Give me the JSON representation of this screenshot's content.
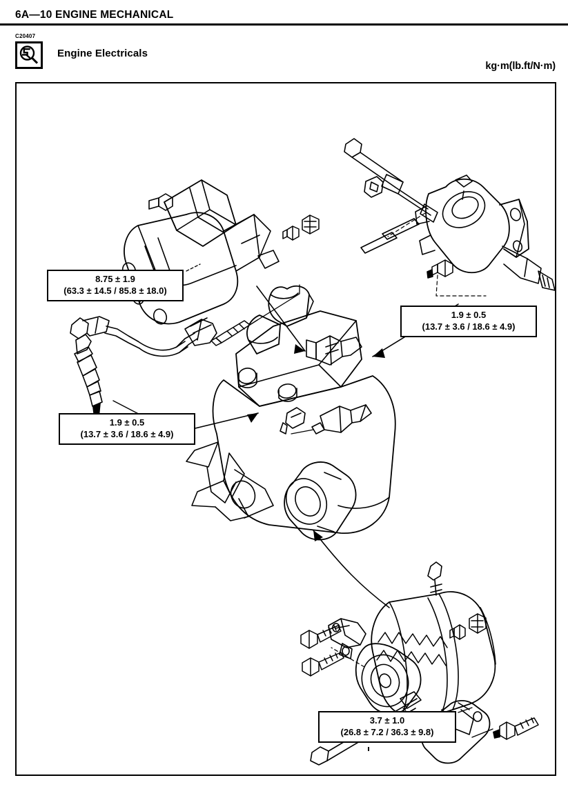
{
  "header": {
    "page_number": "6A—10",
    "chapter_title": "ENGINE MECHANICAL",
    "title_full": "6A—10  ENGINE MECHANICAL"
  },
  "section": {
    "figure_code": "C20407",
    "icon_name": "magnifier-inspection-icon",
    "title": "Engine Electricals",
    "units_note": "kg·m(lb.ft/N·m)"
  },
  "callouts": [
    {
      "id": "starter",
      "component": "starter-motor",
      "line1": "8.75 ± 1.9",
      "line2": "(63.3 ± 14.5 / 85.8 ± 18.0)"
    },
    {
      "id": "distributor",
      "component": "distributor",
      "line1": "1.9 ± 0.5",
      "line2": "(13.7 ± 3.6 / 18.6 ± 4.9)"
    },
    {
      "id": "knock_sensor",
      "component": "knock-sensor",
      "line1": "1.9 ± 0.5",
      "line2": "(13.7 ± 3.6 / 18.6 ± 4.9)"
    },
    {
      "id": "alternator",
      "component": "alternator",
      "line1": "3.7 ± 1.0",
      "line2": "(26.8 ± 7.2 / 36.3 ± 9.8)"
    }
  ],
  "figure": {
    "parts": [
      {
        "name": "starter-motor",
        "position": "top-left"
      },
      {
        "name": "distributor-assembly",
        "position": "top-right"
      },
      {
        "name": "knock-sensor-with-harness",
        "position": "left-middle"
      },
      {
        "name": "engine-block",
        "position": "center"
      },
      {
        "name": "alternator",
        "position": "bottom-right"
      },
      {
        "name": "alternator-bracket",
        "position": "bottom-right"
      },
      {
        "name": "cooling-fan",
        "position": "center-lower-left"
      }
    ]
  },
  "colors": {
    "ink": "#000000",
    "paper": "#ffffff"
  }
}
